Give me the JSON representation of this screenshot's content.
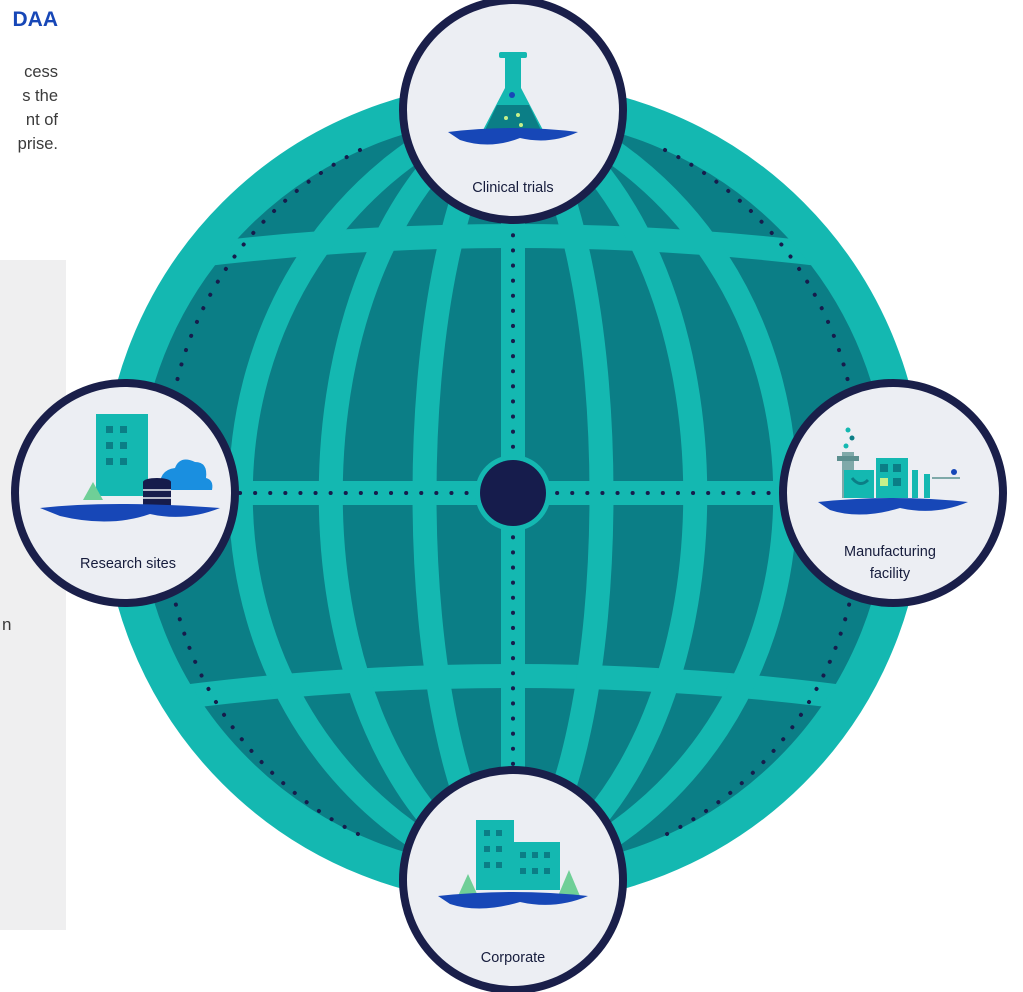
{
  "header": {
    "title": "DAA",
    "intro_lines": [
      "cess",
      "s the",
      "nt of",
      "prise."
    ]
  },
  "side_panel": {
    "text": "n"
  },
  "diagram": {
    "nodes": [
      {
        "id": "clinical-trials",
        "label_lines": [
          "Clinical trials"
        ]
      },
      {
        "id": "research-sites",
        "label_lines": [
          "Research sites"
        ]
      },
      {
        "id": "manufacturing-facility",
        "label_lines": [
          "Manufacturing",
          "facility"
        ]
      },
      {
        "id": "corporate",
        "label_lines": [
          "Corporate"
        ]
      }
    ],
    "colors": {
      "globe_fill": "#0a7f86",
      "globe_lines": "#14b8b1",
      "hub": "#161c4c",
      "node_border": "#1a1f4a",
      "node_fill": "#eceef3",
      "heading": "#1747b7"
    }
  }
}
